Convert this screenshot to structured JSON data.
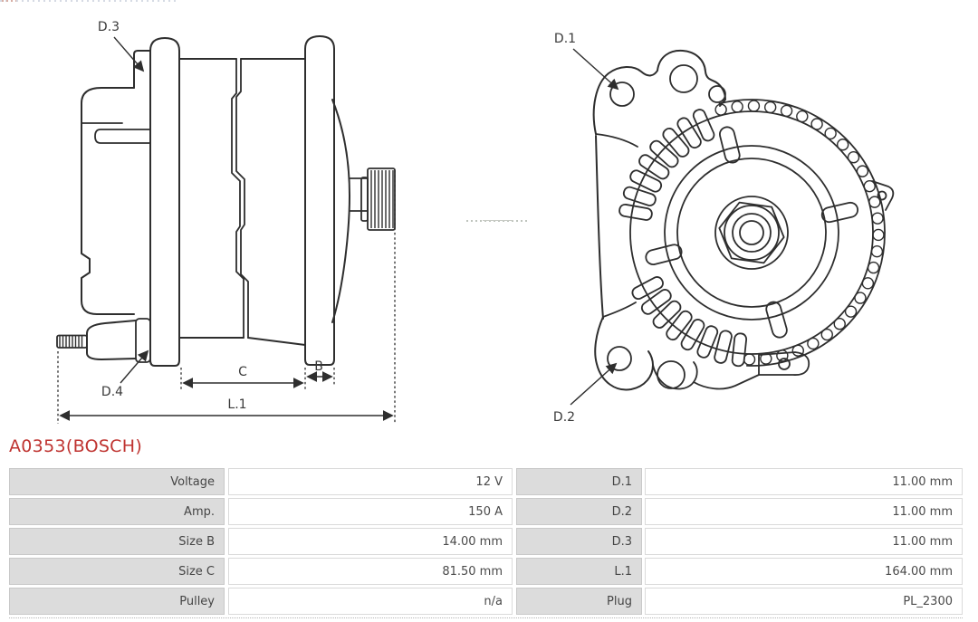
{
  "part_header": {
    "part_number": "A0353(BOSCH)"
  },
  "diagram": {
    "callouts": {
      "d1": "D.1",
      "d2": "D.2",
      "d3": "D.3",
      "d4": "D.4"
    },
    "dimension_labels": {
      "c": "C",
      "b": "B",
      "l1": "L.1"
    }
  },
  "spec_table": {
    "rows": [
      {
        "label_left": "Voltage",
        "value_left": "12 V",
        "label_right": "D.1",
        "value_right": "11.00 mm"
      },
      {
        "label_left": "Amp.",
        "value_left": "150 A",
        "label_right": "D.2",
        "value_right": "11.00 mm"
      },
      {
        "label_left": "Size B",
        "value_left": "14.00 mm",
        "label_right": "D.3",
        "value_right": "11.00 mm"
      },
      {
        "label_left": "Size C",
        "value_left": "81.50 mm",
        "label_right": "L.1",
        "value_right": "164.00 mm"
      },
      {
        "label_left": "Pulley",
        "value_left": "n/a",
        "label_right": "Plug",
        "value_right": "PL_2300"
      }
    ]
  },
  "colors": {
    "part_number_red": "#bf3330",
    "drawing_line": "#2e2e2e",
    "table_label_bg": "#dcdcdc",
    "table_text": "#4a4a4a"
  }
}
